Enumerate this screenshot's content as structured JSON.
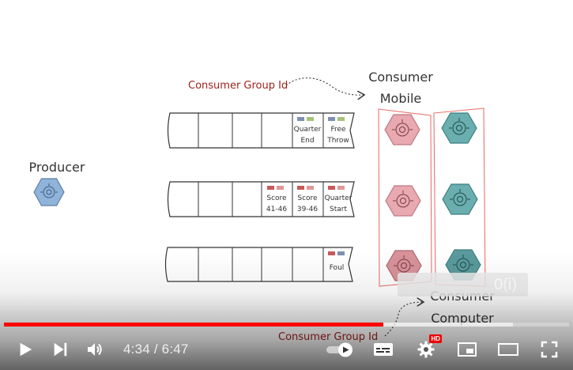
{
  "diagram": {
    "producer_label": "Producer",
    "consumer_group_id_top": "Consumer Group Id",
    "consumer_group_id_bottom": "Consumer Group Id",
    "consumer_mobile": [
      "Consumer",
      "Mobile"
    ],
    "consumer_computer": [
      "Consumer",
      "Computer"
    ],
    "partitions": [
      {
        "events": [
          [
            "Quarter",
            "End"
          ],
          [
            "Free",
            "Throw"
          ]
        ]
      },
      {
        "events": [
          [
            "Score",
            "41-46"
          ],
          [
            "Score",
            "39-46"
          ],
          [
            "Quarter",
            "Start"
          ]
        ]
      },
      {
        "events": [
          [
            "Foul"
          ]
        ]
      }
    ],
    "ghost_text": "0(i)"
  },
  "player": {
    "current_time": "4:34",
    "separator": " / ",
    "duration": "6:47",
    "progress_fraction": 0.672,
    "buffered_fraction": 0.9,
    "hd_badge": "HD",
    "accent_color": "#ff0000"
  },
  "colors": {
    "mobile_consumer": "#e8a9b0",
    "computer_consumer": "#5fa3a5",
    "producer": "#8fb3d9",
    "group_box": "#e8756f",
    "annotation": "#a0231c"
  }
}
